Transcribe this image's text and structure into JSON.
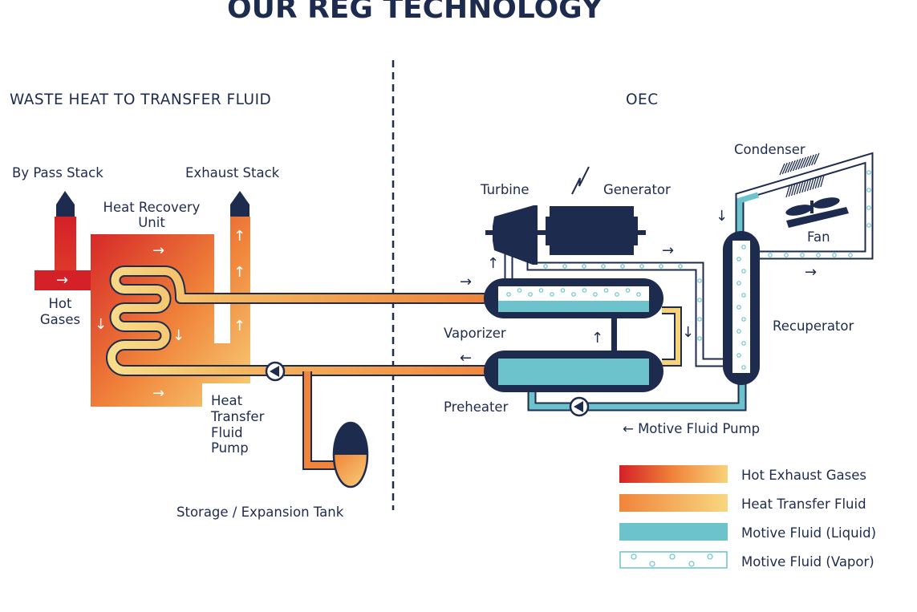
{
  "title": "OUR REG TECHNOLOGY",
  "sections": {
    "left": "WASTE HEAT TO TRANSFER FLUID",
    "right": "OEC"
  },
  "labels": {
    "bypass_stack": "By Pass Stack",
    "exhaust_stack": "Exhaust Stack",
    "hru_line1": "Heat Recovery",
    "hru_line2": "Unit",
    "hot_line1": "Hot",
    "hot_line2": "Gases",
    "htf_pump_line1": "Heat",
    "htf_pump_line2": "Transfer",
    "htf_pump_line3": "Fluid",
    "htf_pump_line4": "Pump",
    "storage_tank": "Storage / Expansion Tank",
    "turbine": "Turbine",
    "generator": "Generator",
    "condenser": "Condenser",
    "fan": "Fan",
    "recuperator": "Recuperator",
    "vaporizer": "Vaporizer",
    "preheater": "Preheater",
    "motive_pump": "← Motive Fluid Pump"
  },
  "legend": [
    {
      "label": "Hot Exhaust Gases",
      "colors": [
        "#d42027",
        "#f8d27a"
      ]
    },
    {
      "label": "Heat Transfer Fluid",
      "colors": [
        "#f0843a",
        "#f8d780"
      ]
    },
    {
      "label": "Motive Fluid (Liquid)",
      "colors": [
        "#6cc3cc"
      ]
    },
    {
      "label": "Motive Fluid (Vapor)",
      "colors": [
        "#ffffff",
        "#6cc3cc"
      ]
    }
  ],
  "colors": {
    "navy": "#1d2b4f",
    "hot_gas": "#d42027",
    "transfer_fluid": "#f0843a",
    "liquid": "#6cc3cc"
  }
}
